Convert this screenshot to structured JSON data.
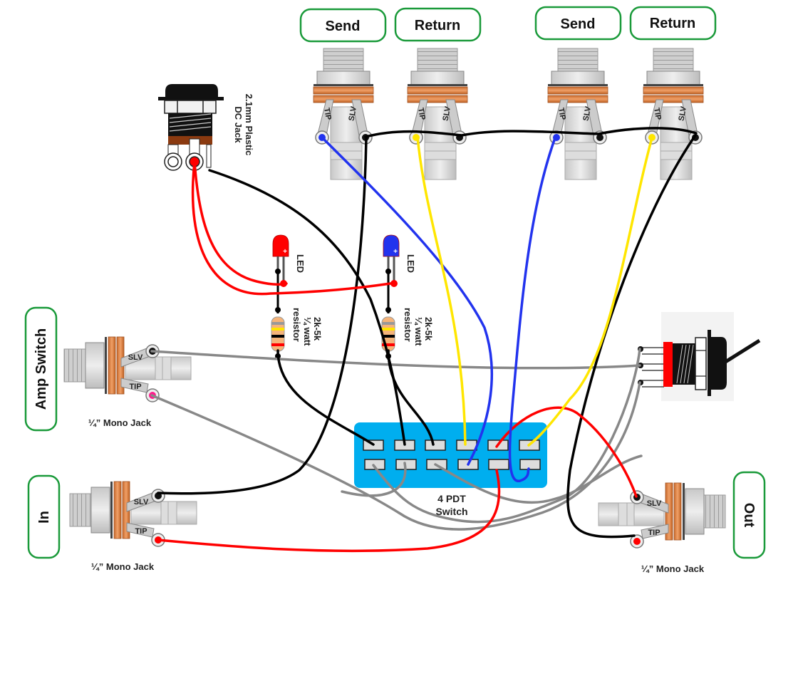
{
  "title": "Effects loop switcher wiring diagram",
  "labels": {
    "send1": "Send",
    "return1": "Return",
    "send2": "Send",
    "return2": "Return",
    "amp_switch": "Amp Switch",
    "in": "In",
    "out": "Out",
    "dc_jack_line1": "2.1mm Plastic",
    "dc_jack_line2": "DC Jack",
    "led1": "LED",
    "led2": "LED",
    "res1_line1": "2k-5k",
    "res1_line2": "¼ watt",
    "res1_line3": "resistor",
    "res2_line1": "2k-5k",
    "res2_line2": "¼ watt",
    "res2_line3": "resistor",
    "switch_line1": "4 PDT",
    "switch_line2": "Switch",
    "mono_jack_left_top": "¼” Mono Jack",
    "mono_jack_left_bottom": "¼” Mono Jack",
    "mono_jack_right": "¼” Mono Jack"
  },
  "terminals": {
    "tip": "TIP",
    "slv": "SLV"
  },
  "colors": {
    "label_border": "#1a9a3a",
    "switch_body": "#00aeef",
    "wire_black": "#000000",
    "wire_red": "#ff0000",
    "wire_blue": "#2233ee",
    "wire_yellow": "#ffe600",
    "wire_gray": "#888888",
    "washer": "#d9823f"
  }
}
